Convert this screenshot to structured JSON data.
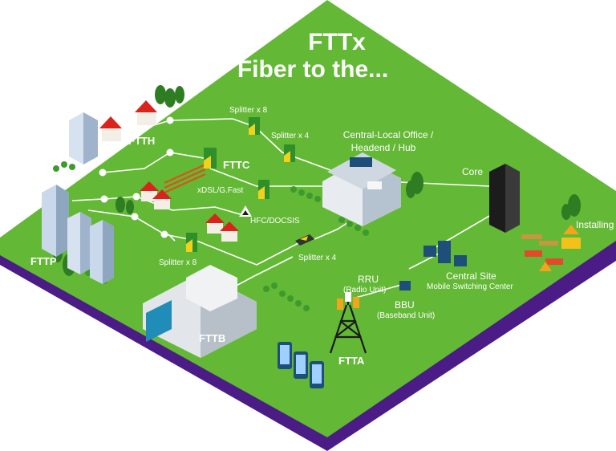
{
  "title": {
    "line1": "FTTx",
    "line2": "Fiber to the..."
  },
  "labels": {
    "ftth": "FTTH",
    "fttc": "FTTC",
    "fttp": "FTTP",
    "fttb": "FTTB",
    "ftta": "FTTA",
    "splitter_x8_top": "Splitter x 8",
    "splitter_x4_top": "Splitter x 4",
    "splitter_x8_bottom": "Splitter x 8",
    "splitter_x4_bottom": "Splitter x 4",
    "xdsl": "xDSL/G.Fast",
    "hfc": "HFC/DOCSIS",
    "central_office_l1": "Central-Local Office /",
    "central_office_l2": "Headend / Hub",
    "core": "Core",
    "installing": "Installing",
    "rru": "RRU",
    "rru_sub": "(Radio Unit)",
    "bbu": "BBU",
    "bbu_sub": "(Baseband Unit)",
    "central_site": "Central Site",
    "central_site_sub": "Mobile Switching Center"
  },
  "colors": {
    "ground": "#63b835",
    "ground_edge": "#57a52d",
    "base_purple": "#4b1c86",
    "fiber": "#ffffff",
    "splitter_green": "#2f8f2a",
    "splitter_yellow": "#f2d11a",
    "copper": "#d9531a",
    "core_dark": "#1c1c1c",
    "building_blue": "#c9d8ea",
    "roof_red": "#d9241d",
    "unit_blue": "#1e4f7a"
  }
}
